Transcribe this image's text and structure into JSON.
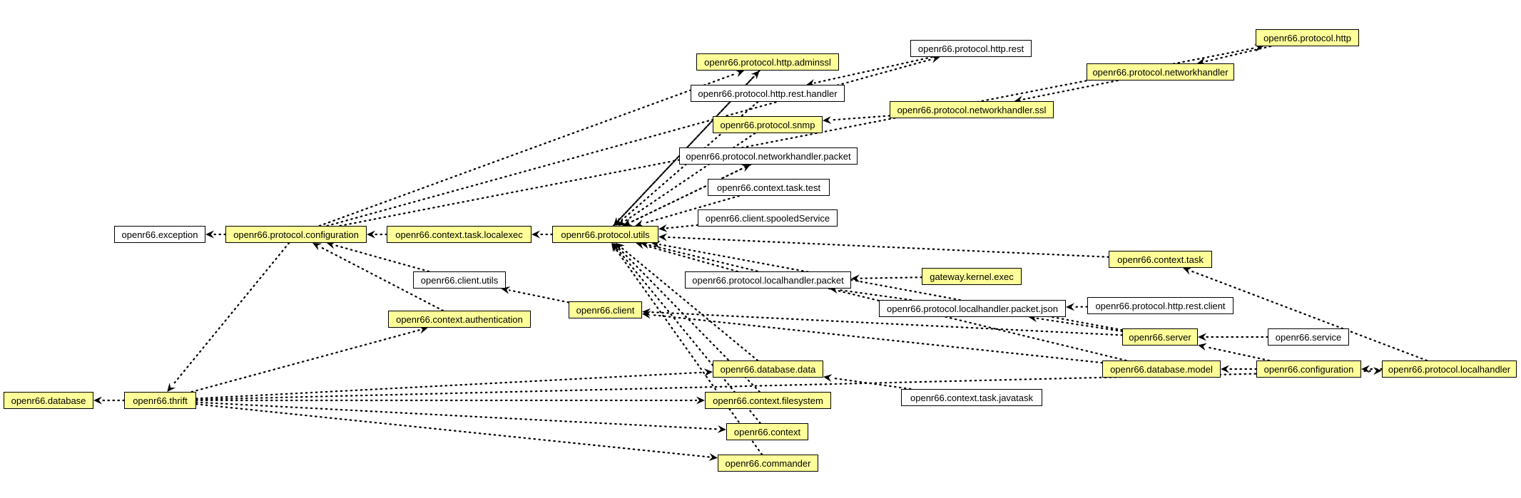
{
  "colors": {
    "highlight": "#ffff99",
    "plain": "#ffffff",
    "stroke": "#000000"
  },
  "nodes": [
    {
      "id": "exception",
      "label": "openr66.exception",
      "hl": false
    },
    {
      "id": "proto_config",
      "label": "openr66.protocol.configuration",
      "hl": true
    },
    {
      "id": "ctx_task_localexec",
      "label": "openr66.context.task.localexec",
      "hl": true
    },
    {
      "id": "proto_utils",
      "label": "openr66.protocol.utils",
      "hl": true
    },
    {
      "id": "http_adminssl",
      "label": "openr66.protocol.http.adminssl",
      "hl": true
    },
    {
      "id": "http_rest",
      "label": "openr66.protocol.http.rest",
      "hl": false
    },
    {
      "id": "http",
      "label": "openr66.protocol.http",
      "hl": true
    },
    {
      "id": "networkhandler",
      "label": "openr66.protocol.networkhandler",
      "hl": true
    },
    {
      "id": "http_rest_handler",
      "label": "openr66.protocol.http.rest.handler",
      "hl": false
    },
    {
      "id": "networkhandler_ssl",
      "label": "openr66.protocol.networkhandler.ssl",
      "hl": true
    },
    {
      "id": "snmp",
      "label": "openr66.protocol.snmp",
      "hl": true
    },
    {
      "id": "nh_packet",
      "label": "openr66.protocol.networkhandler.packet",
      "hl": false
    },
    {
      "id": "ctx_task_test",
      "label": "openr66.context.task.test",
      "hl": false
    },
    {
      "id": "spooled",
      "label": "openr66.client.spooledService",
      "hl": false
    },
    {
      "id": "ctx_task",
      "label": "openr66.context.task",
      "hl": true
    },
    {
      "id": "lh_packet",
      "label": "openr66.protocol.localhandler.packet",
      "hl": false
    },
    {
      "id": "gw_exec",
      "label": "gateway.kernel.exec",
      "hl": true
    },
    {
      "id": "client_utils",
      "label": "openr66.client.utils",
      "hl": false
    },
    {
      "id": "client",
      "label": "openr66.client",
      "hl": true
    },
    {
      "id": "lh_packet_json",
      "label": "openr66.protocol.localhandler.packet.json",
      "hl": false
    },
    {
      "id": "rest_client",
      "label": "openr66.protocol.http.rest.client",
      "hl": false
    },
    {
      "id": "ctx_auth",
      "label": "openr66.context.authentication",
      "hl": true
    },
    {
      "id": "server",
      "label": "openr66.server",
      "hl": true
    },
    {
      "id": "service",
      "label": "openr66.service",
      "hl": false
    },
    {
      "id": "db_data",
      "label": "openr66.database.data",
      "hl": true
    },
    {
      "id": "db_model",
      "label": "openr66.database.model",
      "hl": true
    },
    {
      "id": "configuration",
      "label": "openr66.configuration",
      "hl": true
    },
    {
      "id": "localhandler",
      "label": "openr66.protocol.localhandler",
      "hl": true
    },
    {
      "id": "database",
      "label": "openr66.database",
      "hl": true
    },
    {
      "id": "thrift",
      "label": "openr66.thrift",
      "hl": true
    },
    {
      "id": "ctx_fs",
      "label": "openr66.context.filesystem",
      "hl": true
    },
    {
      "id": "javatask",
      "label": "openr66.context.task.javatask",
      "hl": false
    },
    {
      "id": "context",
      "label": "openr66.context",
      "hl": true
    },
    {
      "id": "commander",
      "label": "openr66.commander",
      "hl": true
    }
  ],
  "edges": [
    [
      "proto_config",
      "exception"
    ],
    [
      "ctx_task_localexec",
      "proto_config"
    ],
    [
      "proto_utils",
      "ctx_task_localexec"
    ],
    [
      "http_adminssl",
      "proto_utils"
    ],
    [
      "http_rest_handler",
      "proto_utils"
    ],
    [
      "snmp",
      "proto_utils"
    ],
    [
      "nh_packet",
      "proto_utils"
    ],
    [
      "ctx_task_test",
      "proto_utils"
    ],
    [
      "spooled",
      "proto_utils"
    ],
    [
      "ctx_task",
      "proto_utils"
    ],
    [
      "lh_packet",
      "proto_utils"
    ],
    [
      "db_data",
      "proto_utils"
    ],
    [
      "server",
      "proto_utils"
    ],
    [
      "db_model",
      "proto_utils"
    ],
    [
      "ctx_fs",
      "proto_utils"
    ],
    [
      "context",
      "proto_utils"
    ],
    [
      "commander",
      "proto_utils"
    ],
    [
      "proto_utils",
      "http_adminssl"
    ],
    [
      "proto_utils",
      "nh_packet"
    ],
    [
      "proto_config",
      "http_rest"
    ],
    [
      "proto_config",
      "http_adminssl"
    ],
    [
      "proto_config",
      "http"
    ],
    [
      "proto_config",
      "thrift"
    ],
    [
      "http_rest",
      "http_rest_handler"
    ],
    [
      "http",
      "networkhandler"
    ],
    [
      "networkhandler",
      "networkhandler_ssl"
    ],
    [
      "networkhandler_ssl",
      "snmp"
    ],
    [
      "client_utils",
      "proto_config"
    ],
    [
      "ctx_auth",
      "proto_config"
    ],
    [
      "client",
      "client_utils"
    ],
    [
      "gw_exec",
      "lh_packet"
    ],
    [
      "lh_packet_json",
      "lh_packet"
    ],
    [
      "rest_client",
      "lh_packet_json"
    ],
    [
      "server",
      "lh_packet_json"
    ],
    [
      "server",
      "client"
    ],
    [
      "db_model",
      "client"
    ],
    [
      "service",
      "server"
    ],
    [
      "configuration",
      "server"
    ],
    [
      "configuration",
      "db_model"
    ],
    [
      "localhandler",
      "configuration"
    ],
    [
      "localhandler",
      "ctx_task"
    ],
    [
      "javatask",
      "db_data"
    ],
    [
      "thrift",
      "database"
    ],
    [
      "thrift",
      "ctx_auth"
    ],
    [
      "thrift",
      "db_data"
    ],
    [
      "thrift",
      "ctx_fs"
    ],
    [
      "thrift",
      "context"
    ],
    [
      "thrift",
      "commander"
    ],
    [
      "thrift",
      "localhandler"
    ]
  ]
}
